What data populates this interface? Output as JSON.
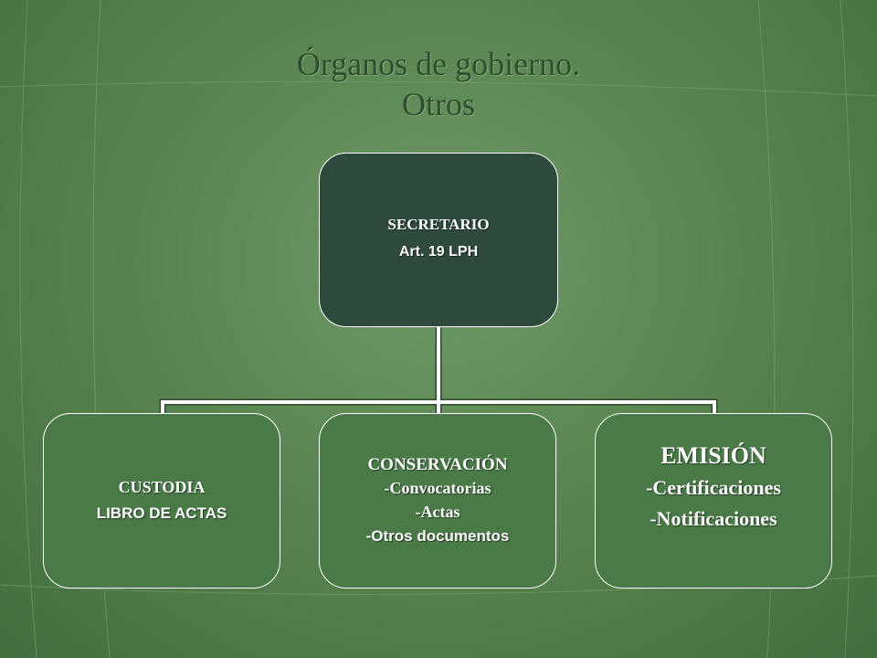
{
  "title": {
    "line1": "Órganos de gobierno.",
    "line2": "Otros"
  },
  "root": {
    "line1": "SECRETARIO",
    "line2": "Art. 19 LPH"
  },
  "children": [
    {
      "lines": [
        "CUSTODIA",
        "LIBRO DE ACTAS"
      ]
    },
    {
      "lines": [
        "CONSERVACIÓN",
        "-Convocatorias",
        "-Actas",
        "-Otros documentos"
      ]
    },
    {
      "lines": [
        "EMISIÓN",
        "-Certificaciones",
        "-Notificaciones"
      ]
    }
  ],
  "colors": {
    "background": "#5a8552",
    "title": "#2f4d2f",
    "root_box": "#2e4a3c",
    "child_box": "#4a7a48",
    "connector": "#ffffff"
  }
}
